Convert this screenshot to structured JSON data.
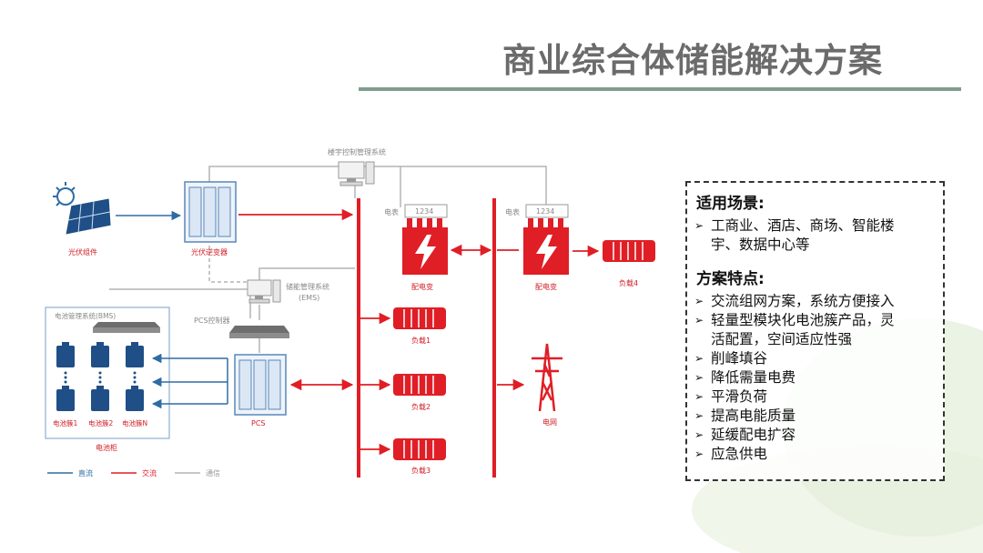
{
  "page": {
    "title": "商业综合体储能解决方案"
  },
  "diagram": {
    "building_control_system": "楼宇控制管理系统",
    "pv_module": "光伏组件",
    "pv_inverter": "光伏逆变器",
    "ems": "储能管理系统",
    "ems_abbr": "(EMS)",
    "pcs_controller": "PCS控制器",
    "bms": "电池管理系统(BMS)",
    "battery_cluster_1": "电池簇1",
    "battery_cluster_2": "电池簇2",
    "battery_cluster_n": "电池簇N",
    "battery_cabinet": "电池柜",
    "pcs": "PCS",
    "meter_label_1": "电表",
    "meter_value_1": "1234",
    "meter_label_2": "电表",
    "meter_value_2": "1234",
    "transformer_1": "配电变",
    "transformer_2": "配电变",
    "load_1": "负载1",
    "load_2": "负载2",
    "load_3": "负载3",
    "load_4": "负载4",
    "grid": "电网",
    "legend": {
      "dc": "直流",
      "ac": "交流",
      "comm": "通信"
    },
    "colors": {
      "dc": "#2e6da4",
      "ac": "#e01e26",
      "comm": "#b4b4b4"
    }
  },
  "panel": {
    "scenario_title": "适用场景:",
    "scenario_items": [
      "工商业、酒店、商场、智能楼",
      "宇、数据中心等"
    ],
    "features_title": "方案特点:",
    "features_items": [
      "交流组网方案，系统方便接入",
      "轻量型模块化电池簇产品，灵",
      "活配置，空间适应性强",
      "削峰填谷",
      "降低需量电费",
      "平滑负荷",
      "提高电能质量",
      "延缓配电扩容",
      "应急供电"
    ]
  }
}
